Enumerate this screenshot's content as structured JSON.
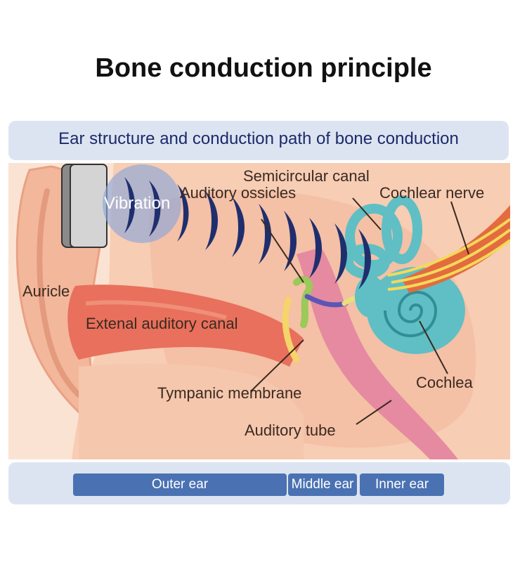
{
  "title": "Bone conduction principle",
  "subtitle": "Ear structure and conduction path of bone conduction",
  "labels": {
    "vibration": "Vibration",
    "semicircular_canal": "Semicircular canal",
    "auditory_ossicles": "Auditory ossicles",
    "cochlear_nerve": "Cochlear nerve",
    "auricle": "Auricle",
    "external_canal": "Extenal auditory canal",
    "tympanic_membrane": "Tympanic membrane",
    "cochlea": "Cochlea",
    "auditory_tube": "Auditory tube"
  },
  "sections": [
    "Outer ear",
    "Middle ear",
    "Inner ear"
  ],
  "colors": {
    "accent": "#1b2a6b",
    "wave": "#1f2f6e",
    "section_bar": "#4a72b3",
    "skin": "#f4c2a6",
    "canal": "#e05a4a",
    "inner_ear": "#5fbfc4",
    "nerve": "#f0d45a"
  }
}
